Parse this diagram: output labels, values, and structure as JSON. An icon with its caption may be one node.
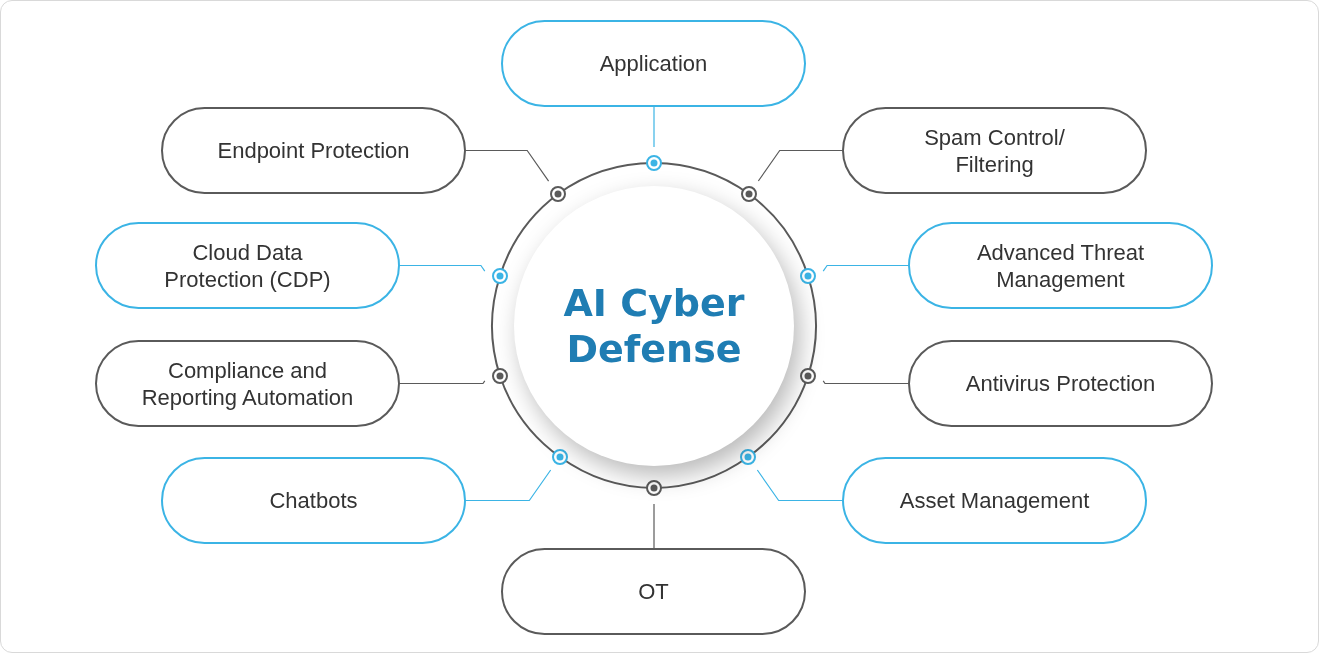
{
  "diagram": {
    "nodes": [
      {
        "text": [
          "AI Cyber Defense"
        ]
      },
      {
        "text": [
          "Application"
        ]
      },
      {
        "text": [
          "Endpoint Protection"
        ]
      },
      {
        "text": [
          "Spam Control/ Filtering"
        ]
      },
      {
        "text": [
          "Cloud Data Protection (CDP)"
        ]
      },
      {
        "text": [
          "Advanced Threat Management"
        ]
      },
      {
        "text": [
          "Compliance and Reporting Automation"
        ]
      },
      {
        "text": [
          "Antivirus Protection"
        ]
      },
      {
        "text": [
          "Chatbots"
        ]
      },
      {
        "text": [
          "Asset Management"
        ]
      },
      {
        "text": [
          "OT"
        ]
      }
    ],
    "edges": [
      {
        "from": 0,
        "to": 1,
        "arrow": "none",
        "color": "#3bb4e5"
      },
      {
        "from": 0,
        "to": 2,
        "arrow": "none",
        "color": "#5a5a5a"
      },
      {
        "from": 0,
        "to": 3,
        "arrow": "none",
        "color": "#5a5a5a"
      },
      {
        "from": 0,
        "to": 4,
        "arrow": "none",
        "color": "#3bb4e5"
      },
      {
        "from": 0,
        "to": 5,
        "arrow": "none",
        "color": "#3bb4e5"
      },
      {
        "from": 0,
        "to": 6,
        "arrow": "none",
        "color": "#5a5a5a"
      },
      {
        "from": 0,
        "to": 7,
        "arrow": "none",
        "color": "#5a5a5a"
      },
      {
        "from": 0,
        "to": 8,
        "arrow": "none",
        "color": "#3bb4e5"
      },
      {
        "from": 0,
        "to": 9,
        "arrow": "none",
        "color": "#3bb4e5"
      },
      {
        "from": 0,
        "to": 10,
        "arrow": "none",
        "color": "#5a5a5a"
      }
    ]
  }
}
